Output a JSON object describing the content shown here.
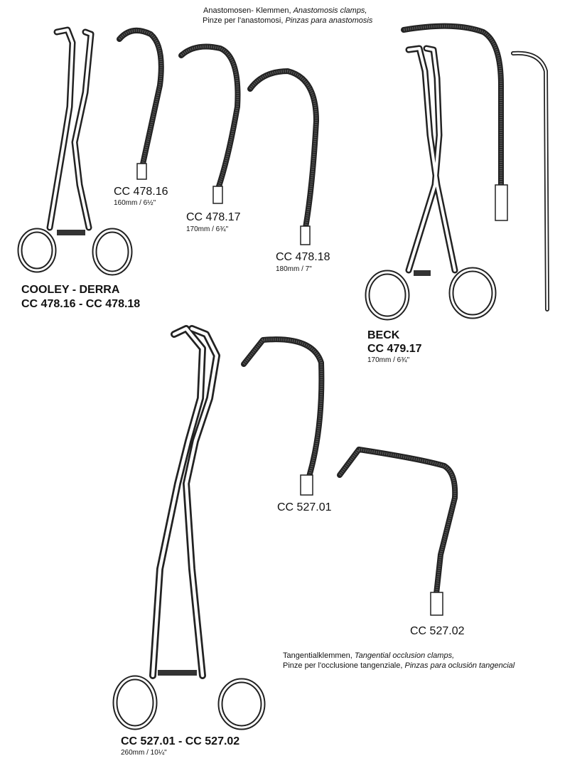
{
  "header": {
    "line1_plain": "Anastomosen- Klemmen,",
    "line1_italic": "Anastomosis clamps,",
    "line2_plain": "Pinze per l'anastomosi,",
    "line2_italic": "Pinzas para anastomosis"
  },
  "cooley_derra": {
    "title": "COOLEY - DERRA",
    "range": "CC 478.16 - CC 478.18",
    "variants": [
      {
        "code": "CC 478.16",
        "size": "160mm / 6½\""
      },
      {
        "code": "CC 478.17",
        "size": "170mm / 6¾\""
      },
      {
        "code": "CC 478.18",
        "size": "180mm / 7\""
      }
    ]
  },
  "beck": {
    "title": "BECK",
    "code": "CC 479.17",
    "size": "170mm / 6¾\""
  },
  "tangential": {
    "line1_plain": "Tangentialklemmen,",
    "line1_italic": "Tangential occlusion clamps,",
    "line2_plain": "Pinze per l'occlusione tangenziale,",
    "line2_italic": "Pinzas para oclusión tangencial",
    "variants": [
      {
        "code": "CC 527.01"
      },
      {
        "code": "CC 527.02"
      }
    ],
    "range": "CC 527.01 - CC 527.02",
    "size": "260mm / 10¼\""
  }
}
